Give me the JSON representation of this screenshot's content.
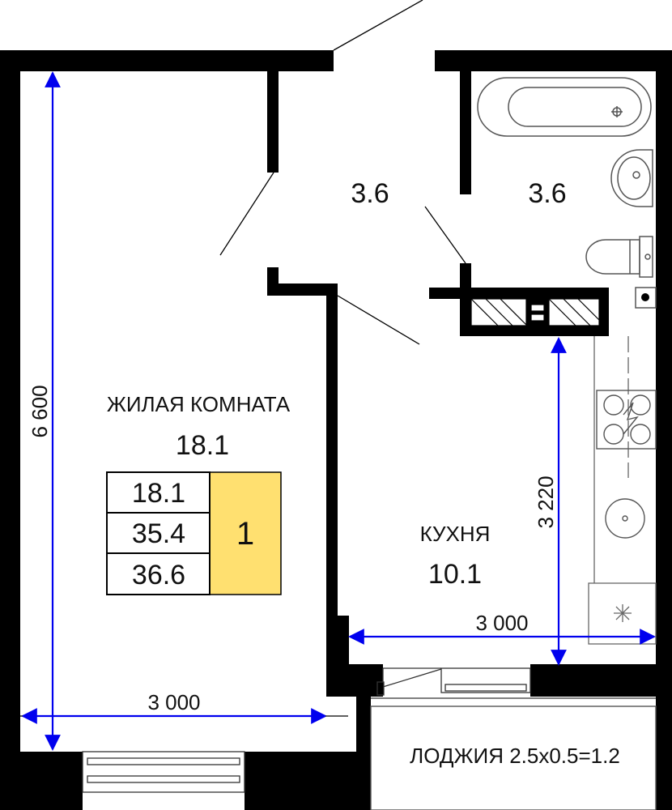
{
  "rooms": {
    "living": {
      "name": "ЖИЛАЯ КОМНАТА",
      "area": "18.1"
    },
    "hall": {
      "area": "3.6"
    },
    "bath": {
      "area": "3.6"
    },
    "kitchen": {
      "name": "КУХНЯ",
      "area": "10.1"
    },
    "loggia": {
      "label": "ЛОДЖИЯ 2.5х0.5=1.2"
    }
  },
  "summary": {
    "living_area": "18.1",
    "total_area": "35.4",
    "total_with_loggia": "36.6",
    "room_count": "1",
    "accent_color": "#FFE070"
  },
  "dimensions": {
    "living_height": "6 600",
    "living_width": "3 000",
    "kitchen_height": "3 220",
    "kitchen_width": "3 000",
    "line_color": "#0000EE"
  }
}
